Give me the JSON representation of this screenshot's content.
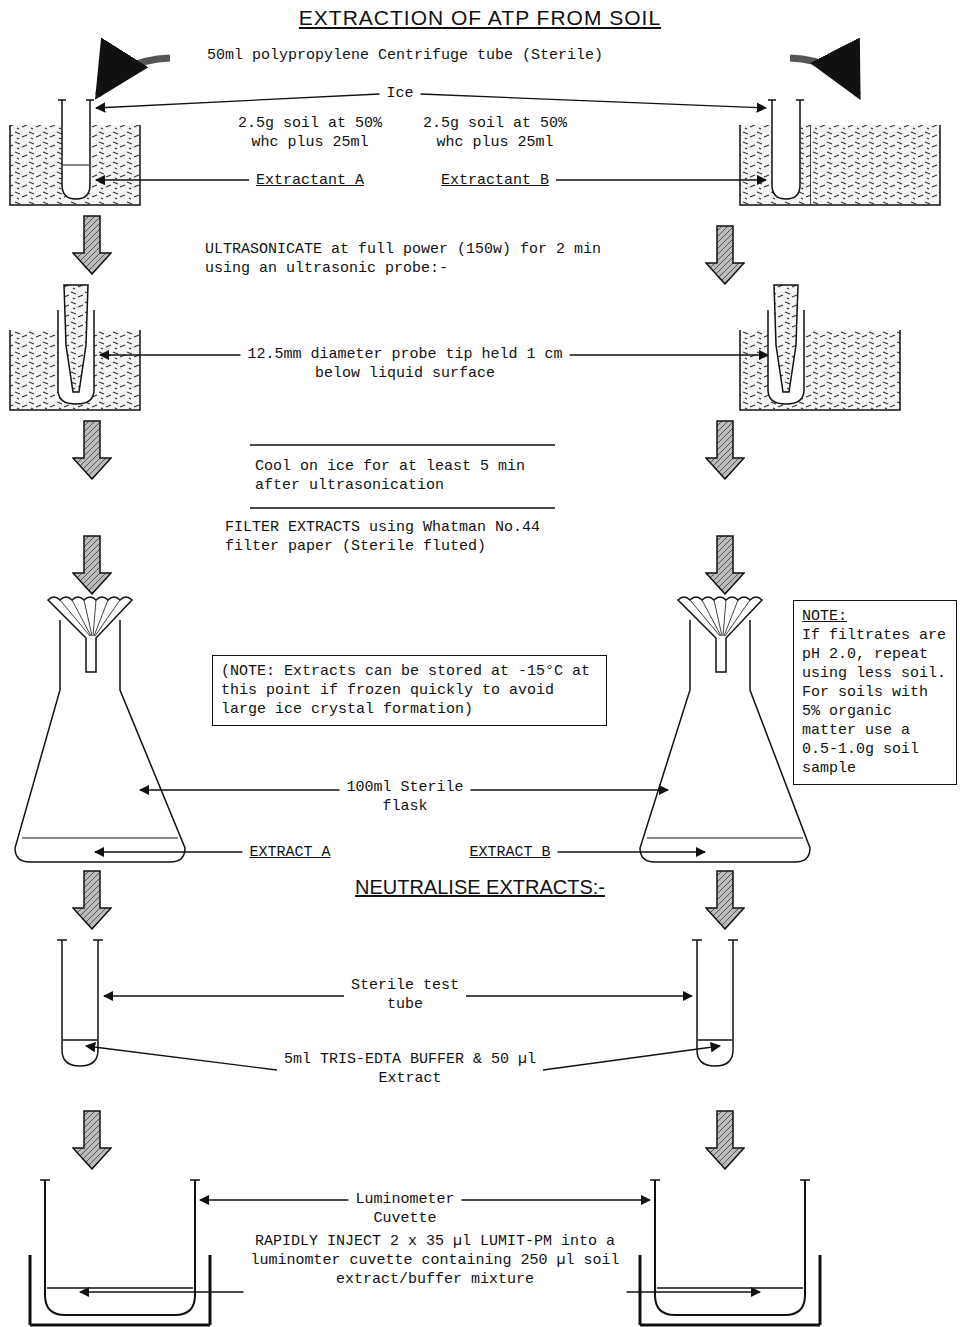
{
  "diagram": {
    "title": "EXTRACTION OF ATP FROM SOIL",
    "nodes": [
      {
        "text": [
          "(NOTE: Extracts can be stored at -15°C at this point if frozen quickly to avoid large ice crystal formation)"
        ]
      },
      {
        "text": [
          "NOTE:",
          "If filtrates are pH 2.0, repeat using less soil. For soils with 5% organic matter use a 0.5-1.0g soil sample"
        ]
      }
    ],
    "labels": [
      "50ml polypropylene Centrifuge tube (Sterile)",
      "Ice",
      "2.5g soil at 50% whc plus 25ml",
      "Extractant A",
      "2.5g soil at 50% whc plus 25ml",
      "Extractant B",
      "ULTRASONICATE at full power (150w) for 2 min using an ultrasonic probe:-",
      "12.5mm diameter probe tip held 1 cm below liquid surface",
      "Cool on ice for at least 5 min after ultrasonication",
      "FILTER EXTRACTS using Whatman No.44 filter paper (Sterile fluted)",
      "100ml Sterile flask",
      "EXTRACT A",
      "EXTRACT B",
      "NEUTRALISE EXTRACTS:-",
      "Sterile test tube",
      "5ml TRIS-EDTA BUFFER & 50 µl Extract",
      "Luminometer Cuvette",
      "RAPIDLY INJECT 2 x 35 µl LUMIT-PM into a luminomter cuvette containing 250 µl soil extract/buffer mixture"
    ]
  }
}
